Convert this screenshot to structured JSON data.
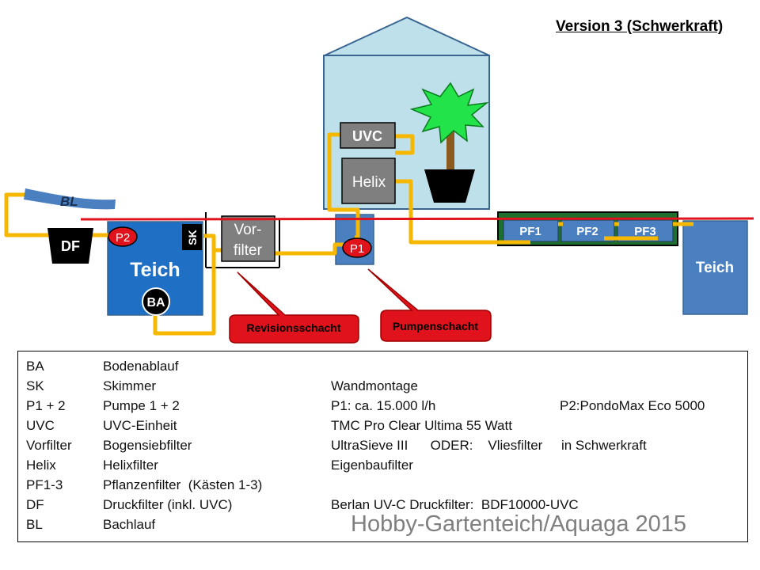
{
  "title": "Version 3 (Schwerkraft)",
  "colors": {
    "pipe": "#f5b700",
    "water_line": "#e0121c",
    "pond_blue": "#1f6fc4",
    "pond_light": "#4a7fc0",
    "greenhouse": "#bde0ea",
    "filter_grey": "#7f7f7f",
    "pump_red": "#e0121c",
    "plant_green": "#1e6e2e",
    "foliage": "#22e34a"
  },
  "icons": {
    "greenhouse": "greenhouse-icon",
    "plant": "potted-plant-icon",
    "stream": "stream-icon"
  },
  "labels": {
    "bl": "BL",
    "df": "DF",
    "p2": "P2",
    "teich_main": "Teich",
    "sk": "SK",
    "ba": "BA",
    "vorfilter_line1": "Vor-",
    "vorfilter_line2": "filter",
    "uvc": "UVC",
    "helix": "Helix",
    "p1": "P1",
    "pf1": "PF1",
    "pf2": "PF2",
    "pf3": "PF3",
    "teich_right": "Teich",
    "revisionsschacht": "Revisionsschacht",
    "pumpenschacht": "Pumpenschacht"
  },
  "legend": [
    {
      "abbr": "BA",
      "name": "Bodenablauf",
      "detail": "",
      "extra": ""
    },
    {
      "abbr": "SK",
      "name": "Skimmer",
      "detail": "Wandmontage",
      "extra": ""
    },
    {
      "abbr": "P1 + 2",
      "name": "Pumpe 1 + 2",
      "detail": "P1: ca. 15.000 l/h",
      "extra": "P2:PondoMax Eco 5000"
    },
    {
      "abbr": "UVC",
      "name": "UVC-Einheit",
      "detail": "TMC Pro Clear Ultima 55 Watt",
      "extra": ""
    },
    {
      "abbr": "Vorfilter",
      "name": "Bogensiebfilter",
      "detail": "UltraSieve III      ODER:    Vliesfilter     in Schwerkraft",
      "extra": ""
    },
    {
      "abbr": "Helix",
      "name": "Helixfilter",
      "detail": "Eigenbaufilter",
      "extra": ""
    },
    {
      "abbr": "PF1-3",
      "name": "Pflanzenfilter  (Kästen 1-3)",
      "detail": "",
      "extra": ""
    },
    {
      "abbr": "DF",
      "name": "Druckfilter (inkl. UVC)",
      "detail": "Berlan UV-C Druckfilter:  BDF10000-UVC",
      "extra": ""
    },
    {
      "abbr": "BL",
      "name": "Bachlauf",
      "detail": "",
      "extra": ""
    }
  ],
  "footer": "Hobby-Gartenteich/Aquaga 2015"
}
